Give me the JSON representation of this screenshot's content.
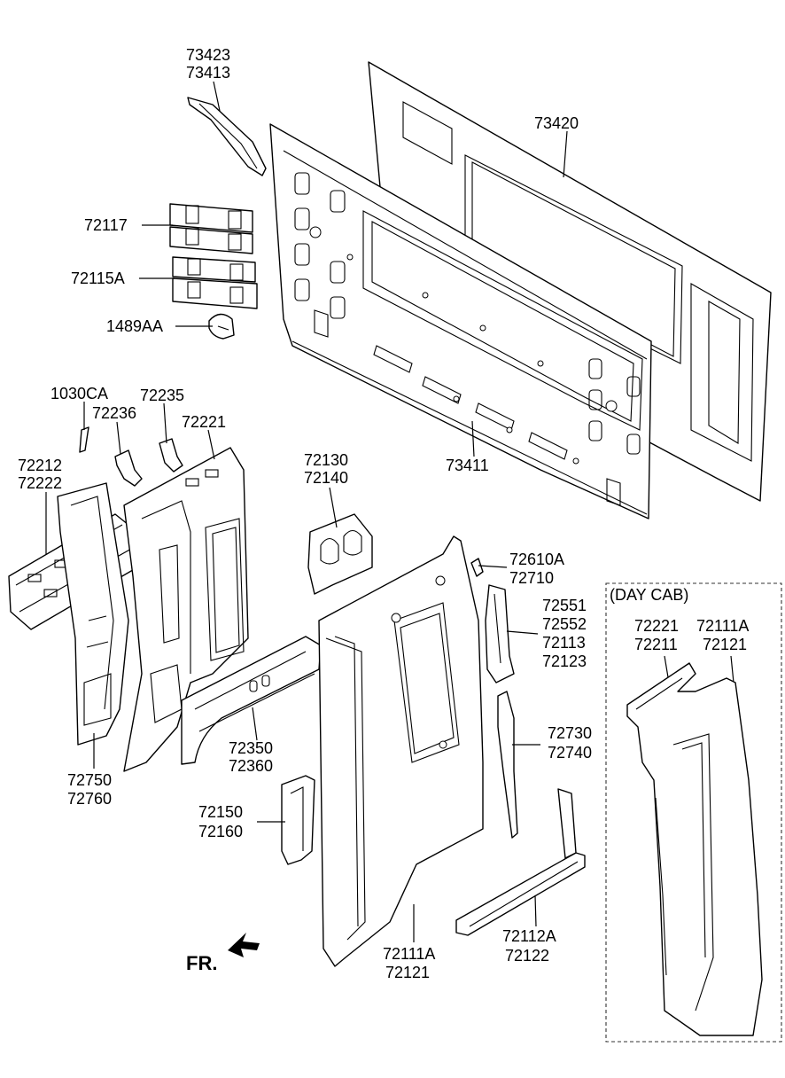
{
  "labels": {
    "l73423": "73423",
    "l73413": "73413",
    "l73420": "73420",
    "l72117": "72117",
    "l72115A": "72115A",
    "l1489AA": "1489AA",
    "l1030CA": "1030CA",
    "l72235": "72235",
    "l72236": "72236",
    "l72221a": "72221",
    "l72212": "72212",
    "l72222": "72222",
    "l72130": "72130",
    "l72140": "72140",
    "l73411": "73411",
    "l72610A": "72610A",
    "l72710": "72710",
    "l72551": "72551",
    "l72552": "72552",
    "l72113": "72113",
    "l72123": "72123",
    "l72350": "72350",
    "l72360": "72360",
    "l72750": "72750",
    "l72760": "72760",
    "l72730": "72730",
    "l72740": "72740",
    "l72150": "72150",
    "l72160": "72160",
    "l72111A": "72111A",
    "l72121": "72121",
    "l72112A": "72112A",
    "l72122": "72122",
    "fr": "FR."
  },
  "dayCab": {
    "title": "(DAY CAB)",
    "l72221": "72221",
    "l72211": "72211",
    "l72111A": "72111A",
    "l72121": "72121"
  }
}
